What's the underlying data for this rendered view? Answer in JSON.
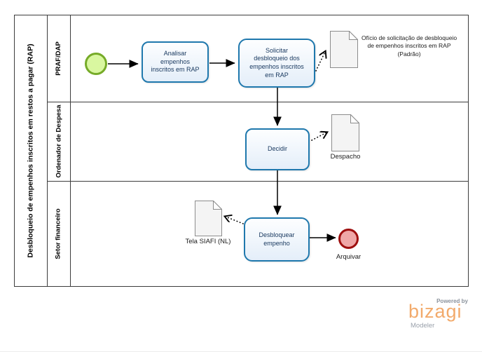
{
  "pool": {
    "title": "Desbloqueio de empenhos inscritos em restos a pagar (RAP)"
  },
  "lanes": [
    {
      "label": "PRAF/DAP"
    },
    {
      "label": "Ordenador de Despesa"
    },
    {
      "label": "Setor financeiro"
    }
  ],
  "nodes": {
    "task_analisar": "Analisar empenhos inscritos em RAP",
    "task_solicitar": "Solicitar desbloqueio dos empenhos inscritos em RAP",
    "task_decidir": "Decidir",
    "task_desbloquear": "Desbloquear empenho",
    "end_event_label": "Arquivar"
  },
  "documents": {
    "oficio": "Ofício de solicitação de desbloqueio de empenhos inscritos em RAP (Padrão)",
    "despacho": "Despacho",
    "tela_siafi": "Tela SIAFI (NL)"
  },
  "branding": {
    "powered_by": "Powered by",
    "logo": "bizagi",
    "product": "Modeler"
  },
  "colors": {
    "task_border": "#1F78AD",
    "task_fill": "#E8F1FB",
    "start_fill": "#D9F7A0",
    "start_border": "#76AB28",
    "end_fill": "#EFA7A7",
    "end_border": "#9E0F0F",
    "logo_orange": "#F2AA6B",
    "frame": "#3C3C3C"
  }
}
